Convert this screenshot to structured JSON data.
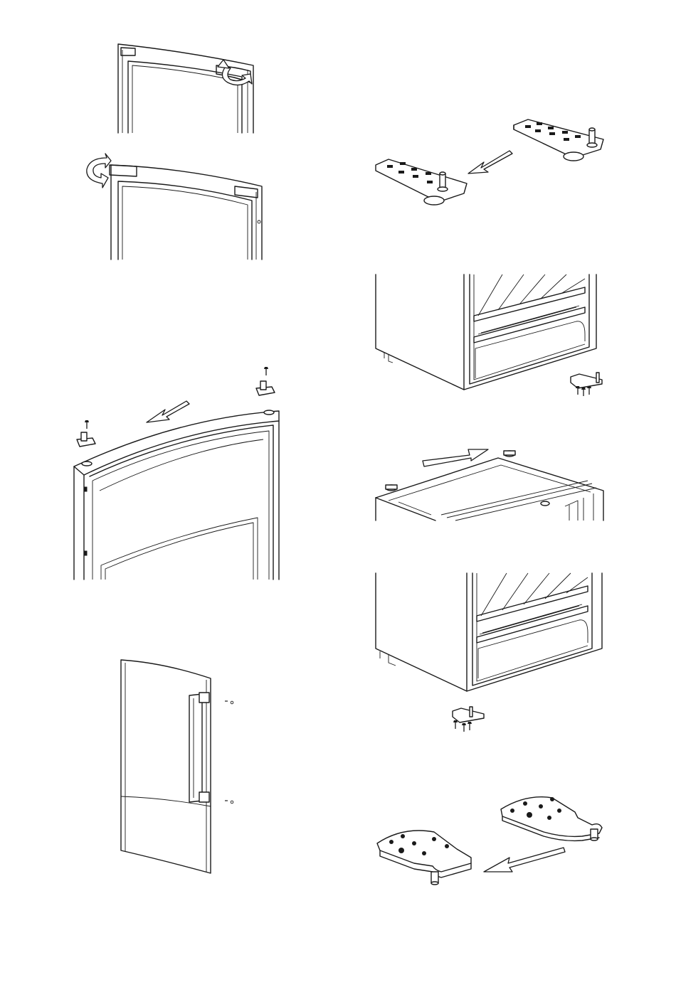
{
  "figures": [
    {
      "id": "door-top-cap-rotate-right"
    },
    {
      "id": "door-top-cap-rotate-left"
    },
    {
      "id": "hinge-swap-top"
    },
    {
      "id": "door-top-hinge-pins"
    },
    {
      "id": "cabinet-bottom-hinge"
    },
    {
      "id": "cabinet-top-view"
    },
    {
      "id": "cabinet-bottom-hinge-moved"
    },
    {
      "id": "door-handle-screws"
    },
    {
      "id": "bottom-hinge-plates"
    }
  ],
  "icons": [
    "rotate-arrow-icon",
    "direction-arrow-icon",
    "screw-icon"
  ]
}
